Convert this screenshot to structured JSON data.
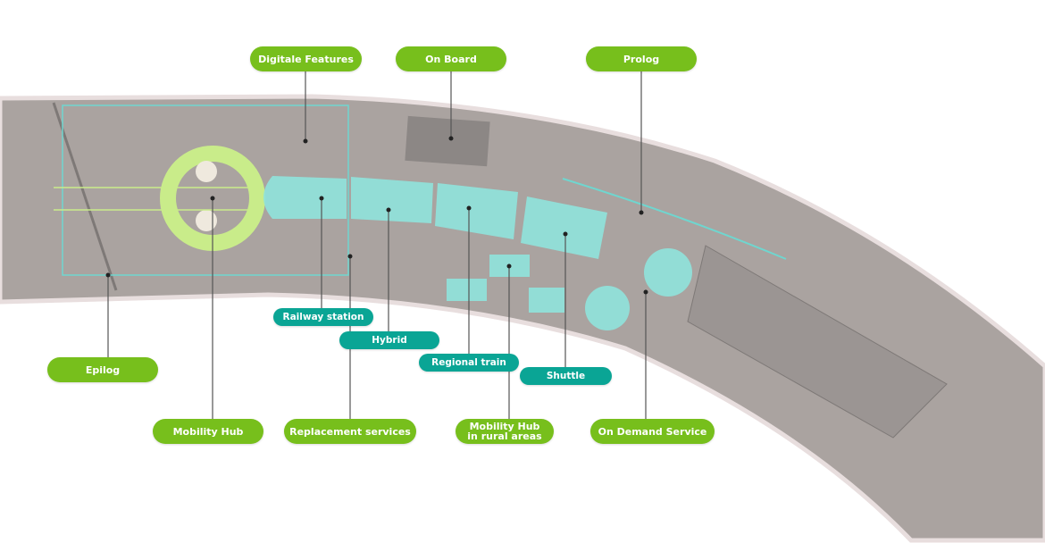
{
  "labels": {
    "digitale_features": "Digitale Features",
    "on_board": "On Board",
    "prolog": "Prolog",
    "railway_station": "Railway station",
    "hybrid": "Hybrid",
    "regional_train": "Regional train",
    "shuttle": "Shuttle",
    "epilog": "Epilog",
    "mobility_hub": "Mobility Hub",
    "replacement_services": "Replacement services",
    "mobility_hub_rural": "Mobility Hub in rural areas",
    "on_demand_service": "On Demand Service"
  },
  "colors": {
    "green": "#77bf1c",
    "teal": "#0aa595",
    "floor": "#a9a29f",
    "zone": "#8fe3dc",
    "ring": "#c9ec8a"
  }
}
